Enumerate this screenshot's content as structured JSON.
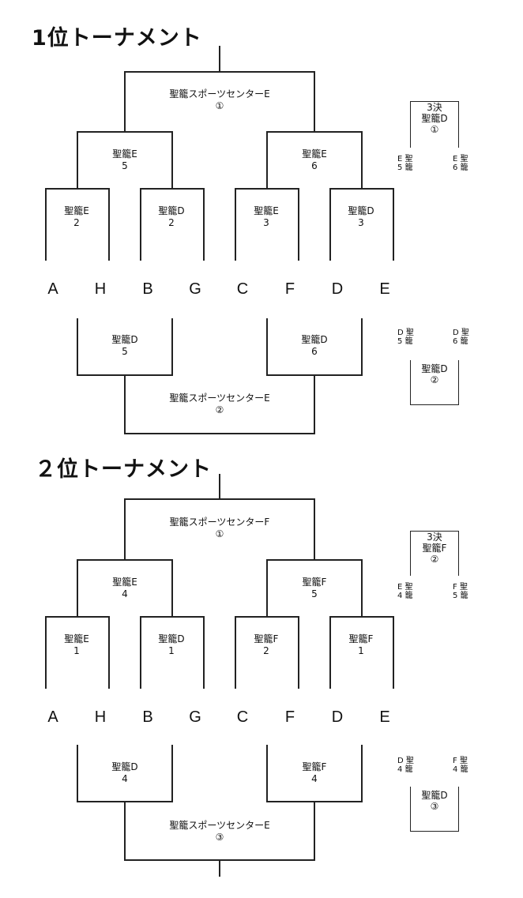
{
  "tournaments": [
    {
      "title": "1位トーナメント",
      "teams": [
        "A",
        "H",
        "B",
        "G",
        "C",
        "F",
        "D",
        "E"
      ],
      "top_final": {
        "venue": "聖籠スポーツセンターE",
        "num": "①"
      },
      "top_semis": [
        {
          "venue": "聖籠E",
          "num": "5"
        },
        {
          "venue": "聖籠E",
          "num": "6"
        }
      ],
      "top_quarters": [
        {
          "venue": "聖籠E",
          "num": "2"
        },
        {
          "venue": "聖籠D",
          "num": "2"
        },
        {
          "venue": "聖籠E",
          "num": "3"
        },
        {
          "venue": "聖籠D",
          "num": "3"
        }
      ],
      "bottom_semis": [
        {
          "venue": "聖籠D",
          "num": "5"
        },
        {
          "venue": "聖籠D",
          "num": "6"
        }
      ],
      "bottom_final": {
        "venue": "聖籠スポーツセンターE",
        "num": "②"
      },
      "third_top": {
        "label": "3決",
        "venue": "聖籠D",
        "num": "①"
      },
      "third_top_feeds": [
        {
          "a": "E",
          "b": "5",
          "c": "聖",
          "d": "籠"
        },
        {
          "a": "E",
          "b": "6",
          "c": "聖",
          "d": "籠"
        }
      ],
      "third_bottom": {
        "venue": "聖籠D",
        "num": "②"
      },
      "third_bottom_feeds": [
        {
          "a": "D",
          "b": "5",
          "c": "聖",
          "d": "籠"
        },
        {
          "a": "D",
          "b": "6",
          "c": "聖",
          "d": "籠"
        }
      ]
    },
    {
      "title": "２位トーナメント",
      "teams": [
        "A",
        "H",
        "B",
        "G",
        "C",
        "F",
        "D",
        "E"
      ],
      "top_final": {
        "venue": "聖籠スポーツセンターF",
        "num": "①"
      },
      "top_semis": [
        {
          "venue": "聖籠E",
          "num": "4"
        },
        {
          "venue": "聖籠F",
          "num": "5"
        }
      ],
      "top_quarters": [
        {
          "venue": "聖籠E",
          "num": "1"
        },
        {
          "venue": "聖籠D",
          "num": "1"
        },
        {
          "venue": "聖籠F",
          "num": "2"
        },
        {
          "venue": "聖籠F",
          "num": "1"
        }
      ],
      "bottom_semis": [
        {
          "venue": "聖籠D",
          "num": "4"
        },
        {
          "venue": "聖籠F",
          "num": "4"
        }
      ],
      "bottom_final": {
        "venue": "聖籠スポーツセンターE",
        "num": "③"
      },
      "third_top": {
        "label": "3決",
        "venue": "聖籠F",
        "num": "②"
      },
      "third_top_feeds": [
        {
          "a": "E",
          "b": "4",
          "c": "聖",
          "d": "籠"
        },
        {
          "a": "F",
          "b": "5",
          "c": "聖",
          "d": "籠"
        }
      ],
      "third_bottom": {
        "venue": "聖籠D",
        "num": "③"
      },
      "third_bottom_feeds": [
        {
          "a": "D",
          "b": "4",
          "c": "聖",
          "d": "籠"
        },
        {
          "a": "F",
          "b": "4",
          "c": "聖",
          "d": "籠"
        }
      ]
    }
  ]
}
